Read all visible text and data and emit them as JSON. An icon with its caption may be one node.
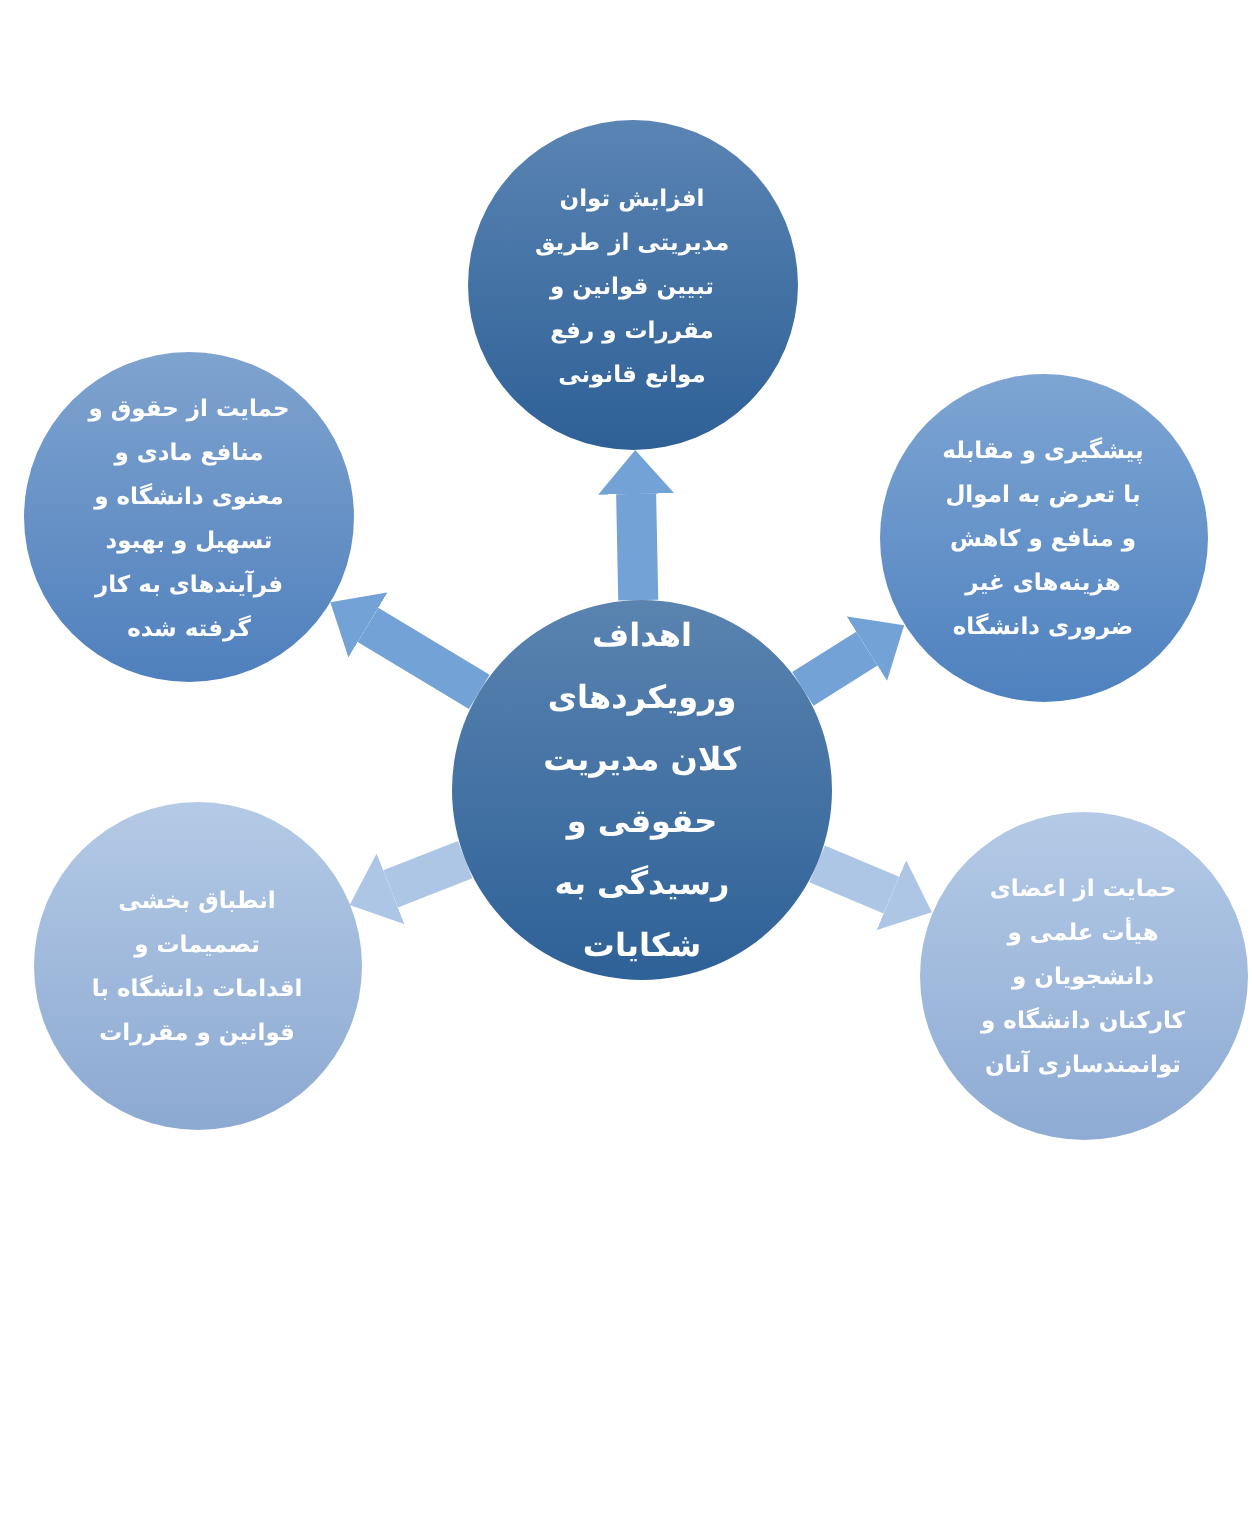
{
  "diagram": {
    "nodes": [
      {
        "text": [
          "افزایش توان مدیریتی از طریق تبیین قوانین و مقررات و رفع موانع قانونی"
        ]
      },
      {
        "text": [
          "پیشگیری و مقابله با تعرض به اموال و منافع و کاهش هزینه‌های غیر ضروری دانشگاه"
        ]
      },
      {
        "text": [
          "حمایت از حقوق و منافع مادی و معنوی دانشگاه و تسهیل و بهبود فرآیندهای به کار گرفته شده"
        ]
      },
      {
        "text": [
          "اهداف ورویکردهای کلان مدیریت حقوقی و رسیدگی به شکایات"
        ]
      },
      {
        "text": [
          "حمایت از اعضای هیأت علمی و دانشجویان و کارکنان دانشگاه و توانمندسازی آنان"
        ]
      },
      {
        "text": [
          "انطباق بخشی تصمیمات و اقدامات دانشگاه با قوانین و مقررات"
        ]
      }
    ],
    "edges": [
      {
        "from": 3,
        "to": 0,
        "arrow": "to"
      },
      {
        "from": 3,
        "to": 1,
        "arrow": "to"
      },
      {
        "from": 3,
        "to": 2,
        "arrow": "to"
      },
      {
        "from": 3,
        "to": 4,
        "arrow": "to",
        "color": "#aec6e6"
      },
      {
        "from": 3,
        "to": 5,
        "arrow": "to",
        "color": "#aec6e6"
      }
    ]
  }
}
